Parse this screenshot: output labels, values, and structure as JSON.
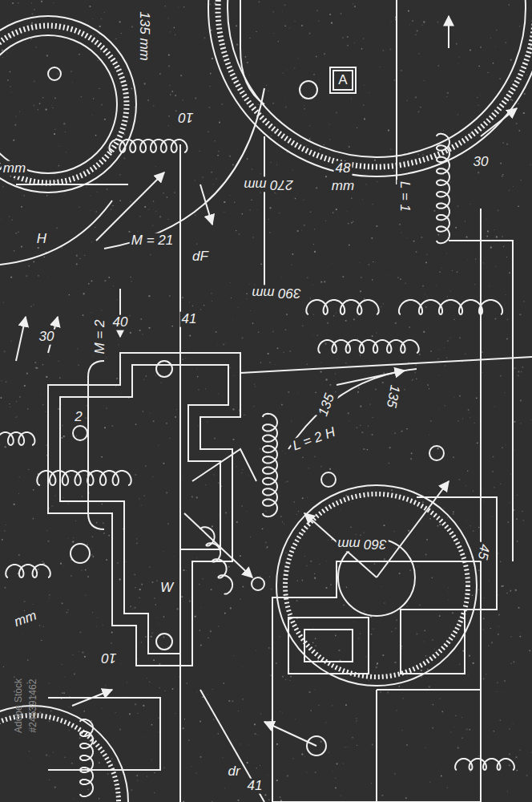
{
  "diagram": {
    "nodes": [
      {
        "text": [
          "A"
        ]
      }
    ],
    "labels": [
      "135 mm",
      "10",
      "mm",
      "H",
      "M = 21",
      "dF",
      "270 mm",
      "48",
      "mm",
      "L = 1",
      "30",
      "390 mm",
      "M = 2",
      "40",
      "41",
      "30",
      "135",
      "135",
      "L = 2 H",
      "W",
      "360 mm",
      "45",
      "2",
      "mm",
      "10",
      "dr",
      "41",
      "Adobe Stock",
      "#245391462"
    ]
  }
}
